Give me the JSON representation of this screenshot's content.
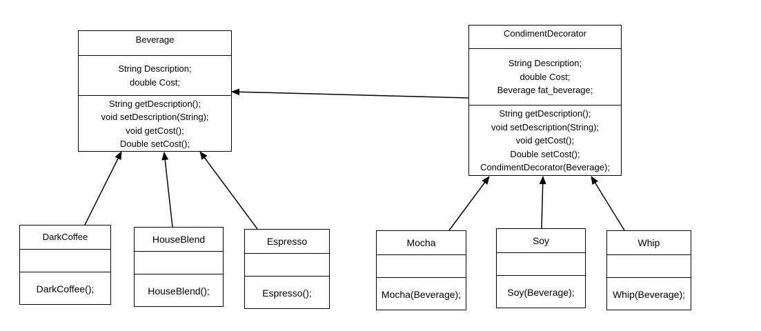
{
  "classes": {
    "beverage": {
      "name": "Beverage",
      "attributes": [
        "String Description;",
        "double Cost;"
      ],
      "methods": [
        "String getDescription();",
        "void setDescription(String);",
        "void getCost();",
        "Double setCost();"
      ]
    },
    "condiment_decorator": {
      "name": "CondimentDecorator",
      "attributes": [
        "String Description;",
        "double Cost;",
        "Beverage fat_beverage;"
      ],
      "methods": [
        "String getDescription();",
        "void setDescription(String);",
        "void getCost();",
        "Double setCost();",
        "CondimentDecorator(Beverage);"
      ]
    },
    "dark_coffee": {
      "name": "DarkCoffee",
      "methods": [
        "DarkCoffee();"
      ]
    },
    "house_blend": {
      "name": "HouseBlend",
      "methods": [
        "HouseBlend();"
      ]
    },
    "espresso": {
      "name": "Espresso",
      "methods": [
        "Espresso();"
      ]
    },
    "mocha": {
      "name": "Mocha",
      "methods": [
        "Mocha(Beverage);"
      ]
    },
    "soy": {
      "name": "Soy",
      "methods": [
        "Soy(Beverage);"
      ]
    },
    "whip": {
      "name": "Whip",
      "methods": [
        "Whip(Beverage);"
      ]
    }
  }
}
